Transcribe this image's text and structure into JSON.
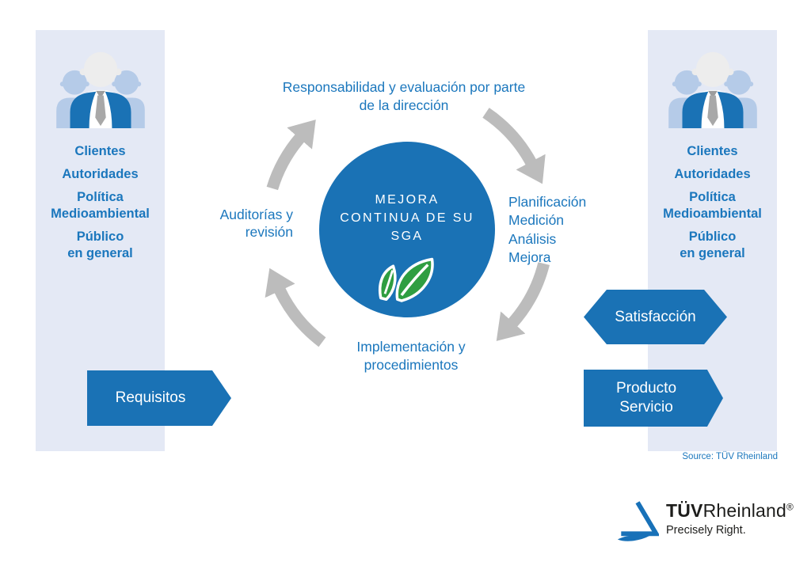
{
  "colors": {
    "brand_blue": "#1a72b5",
    "text_blue": "#1b77bd",
    "panel_background": "#e4e9f5",
    "arrow_gray": "#bcbcbc",
    "leaf_green": "#2f9e41",
    "person_light_blue": "#b5cbe8"
  },
  "panels": {
    "left": {
      "items": [
        "Clientes",
        "Autoridades",
        "Política\nMedioambiental",
        "Público\nen general"
      ]
    },
    "right": {
      "items": [
        "Clientes",
        "Autoridades",
        "Política\nMedioambiental",
        "Público\nen general"
      ]
    }
  },
  "cycle": {
    "center": "MEJORA\nCONTINUA DE SU\nSGA",
    "top": "Responsabilidad y evaluación por parte\nde la dirección",
    "right": "Planificación\nMedición\nAnálisis\nMejora",
    "bottom": "Implementación y\nprocedimientos",
    "left": "Auditorías y\nrevisión"
  },
  "badges": {
    "requisitos": "Requisitos",
    "satisfaccion": "Satisfacción",
    "producto_servicio": "Producto\nServicio"
  },
  "source": "Source: TÜV Rheinland",
  "logo": {
    "tuv": "TÜV",
    "rheinland": "Rheinland",
    "registered": "®",
    "tagline": "Precisely Right."
  }
}
